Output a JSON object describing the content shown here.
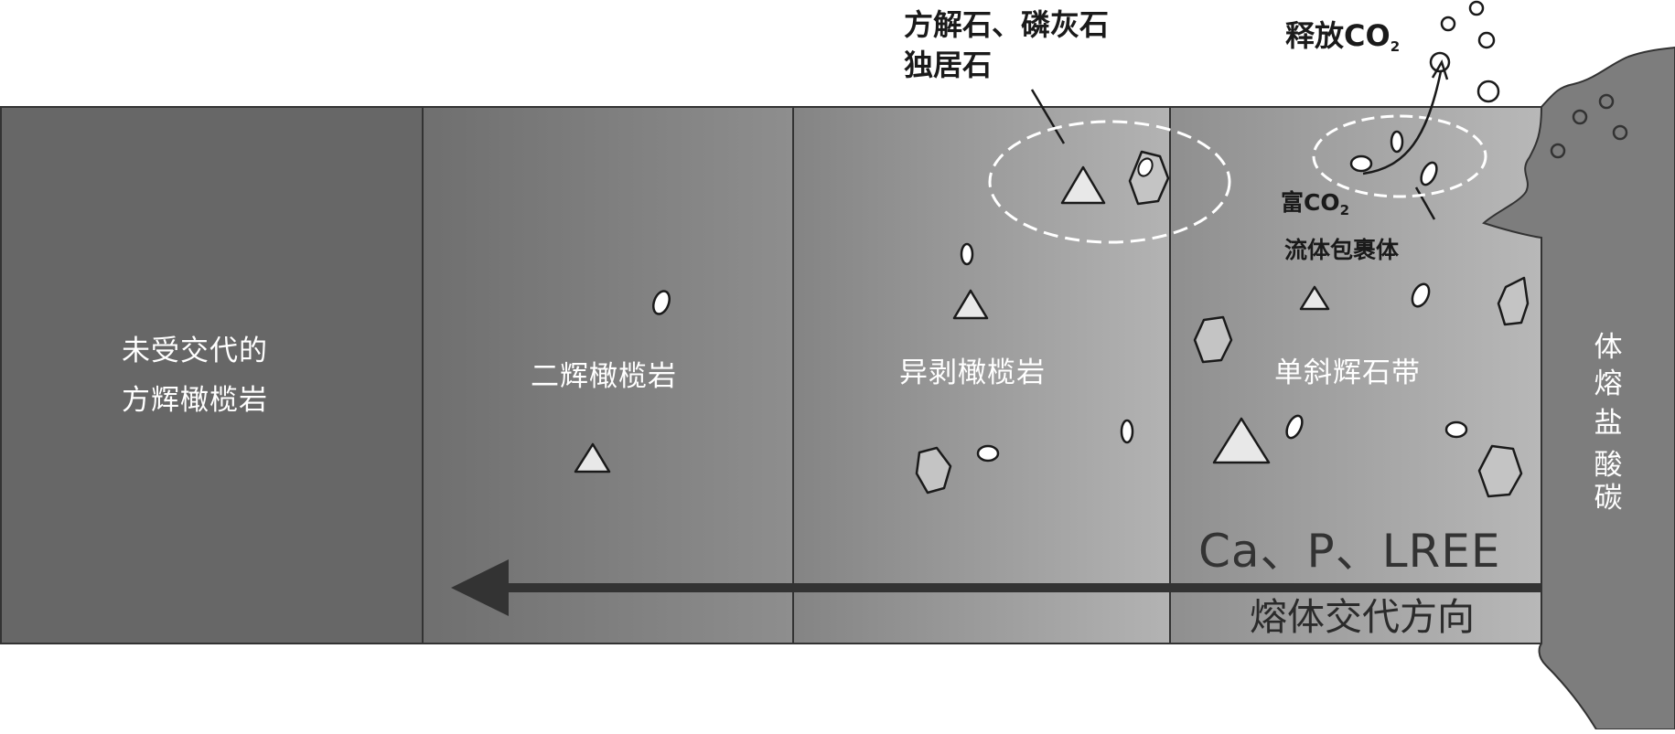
{
  "zones": [
    {
      "id": "unmetasomatized-harzburgite",
      "lines": [
        "未受交代的",
        "方辉橄榄岩"
      ],
      "color": "#676767"
    },
    {
      "id": "lherzolite",
      "lines": [
        "二辉橄榄岩"
      ],
      "gradient": [
        "#6f6f6f",
        "#8e8e8e"
      ]
    },
    {
      "id": "wehrlite",
      "lines": [
        "异剥橄榄岩"
      ],
      "gradient": [
        "#848484",
        "#b3b3b3"
      ]
    },
    {
      "id": "clinopyroxene-zone",
      "lines": [
        "单斜辉石带"
      ],
      "gradient": [
        "#8f8f8f",
        "#b8b8b8"
      ]
    }
  ],
  "melt": {
    "lines": [
      "碳",
      "酸",
      "盐",
      "熔",
      "体"
    ],
    "color": "#7d7d7d"
  },
  "callouts": {
    "minerals": [
      "方解石、磷灰石",
      "独居石"
    ],
    "co2_release": {
      "text": "释放CO",
      "sub": "2"
    },
    "inclusion_line1": {
      "text": "富CO",
      "sub": "2"
    },
    "inclusion_line2": "流体包裹体"
  },
  "arrow": {
    "elements": "Ca、P、LREE",
    "direction_label": "熔体交代方向",
    "color": "#333333"
  },
  "colors": {
    "border": "#333333",
    "mineral_fill": "#e8e8e8",
    "hexagon_fill": "#c4c4c4",
    "dashed_ellipse": "#ffffff"
  }
}
